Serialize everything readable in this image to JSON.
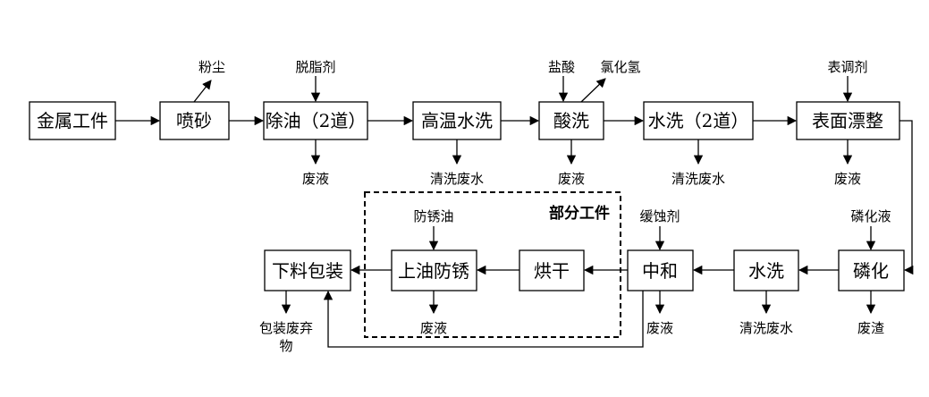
{
  "nodes": {
    "metal_workpiece": "金属工件",
    "sandblast": "喷砂",
    "degrease": "除油（2道）",
    "hot_wash": "高温水洗",
    "pickling": "酸洗",
    "water_wash_2": "水洗（2道）",
    "surface_condition": "表面漂整",
    "phosphating": "磷化",
    "water_wash": "水洗",
    "neutralize": "中和",
    "dry": "烘干",
    "antirust_oil": "上油防锈",
    "unload_pack": "下料包装"
  },
  "labels": {
    "dust": "粉尘",
    "degreaser": "脱脂剂",
    "waste_liquid_1": "废液",
    "clean_wastewater_1": "清洗废水",
    "hcl": "盐酸",
    "hydrogen_chloride": "氯化氢",
    "waste_liquid_2": "废液",
    "clean_wastewater_2": "清洗废水",
    "conditioner": "表调剂",
    "waste_liquid_3": "废液",
    "phosphating_liquid": "磷化液",
    "waste_slag": "废渣",
    "clean_wastewater_3": "清洗废水",
    "inhibitor": "缓蚀剂",
    "waste_liquid_4": "废液",
    "antirust_oil_in": "防锈油",
    "waste_liquid_5": "废液",
    "partial_workpiece": "部分工件",
    "pack_waste_line1": "包装废弃",
    "pack_waste_line2": "物"
  }
}
